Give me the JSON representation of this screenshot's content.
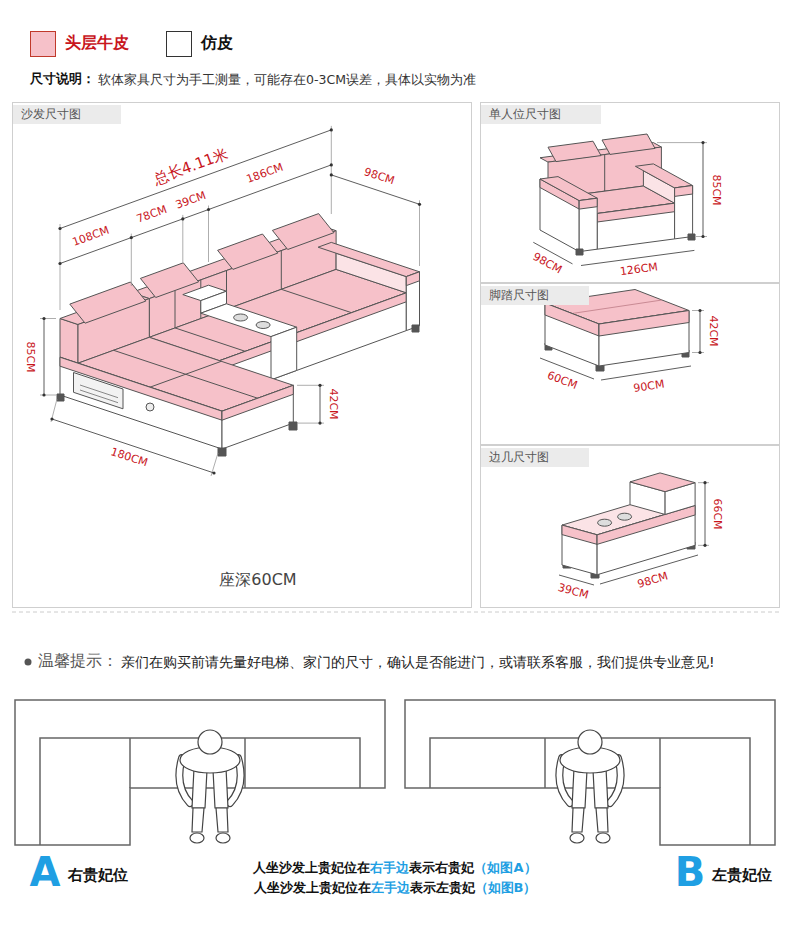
{
  "diagram": {
    "nodes": [
      {
        "text": [
          "沙发尺寸图"
        ]
      },
      {
        "text": [
          "单人位尺寸图"
        ]
      },
      {
        "text": [
          "脚踏尺寸图"
        ]
      },
      {
        "text": [
          "边几尺寸图"
        ]
      }
    ],
    "labels": [
      "尺寸说明：",
      "软体家具尺寸为手工测量，可能存在0-3CM误差，具体以实物为准",
      "总长4.11米",
      "108CM",
      "78CM",
      "39CM",
      "186CM",
      "98CM",
      "85CM",
      "42CM",
      "180CM",
      "座深60CM",
      "85CM",
      "126CM",
      "98CM",
      "42CM",
      "90CM",
      "60CM",
      "66CM",
      "39CM",
      "98CM",
      "温馨提示：",
      "亲们在购买前请先量好电梯、家门的尺寸，确认是否能进门，或请联系客服，我们提供专业意见!",
      "A",
      "右贵妃位",
      "人坐沙发上贵妃位在右手边表示右贵妃（如图A）",
      "人坐沙发上贵妃位在左手边表示左贵妃（如图B）",
      "B",
      "左贵妃位"
    ],
    "legend": [
      {
        "text": "头层牛皮",
        "color": "#f6c1c9"
      },
      {
        "text": "仿皮",
        "color": "#ffffff"
      }
    ]
  }
}
